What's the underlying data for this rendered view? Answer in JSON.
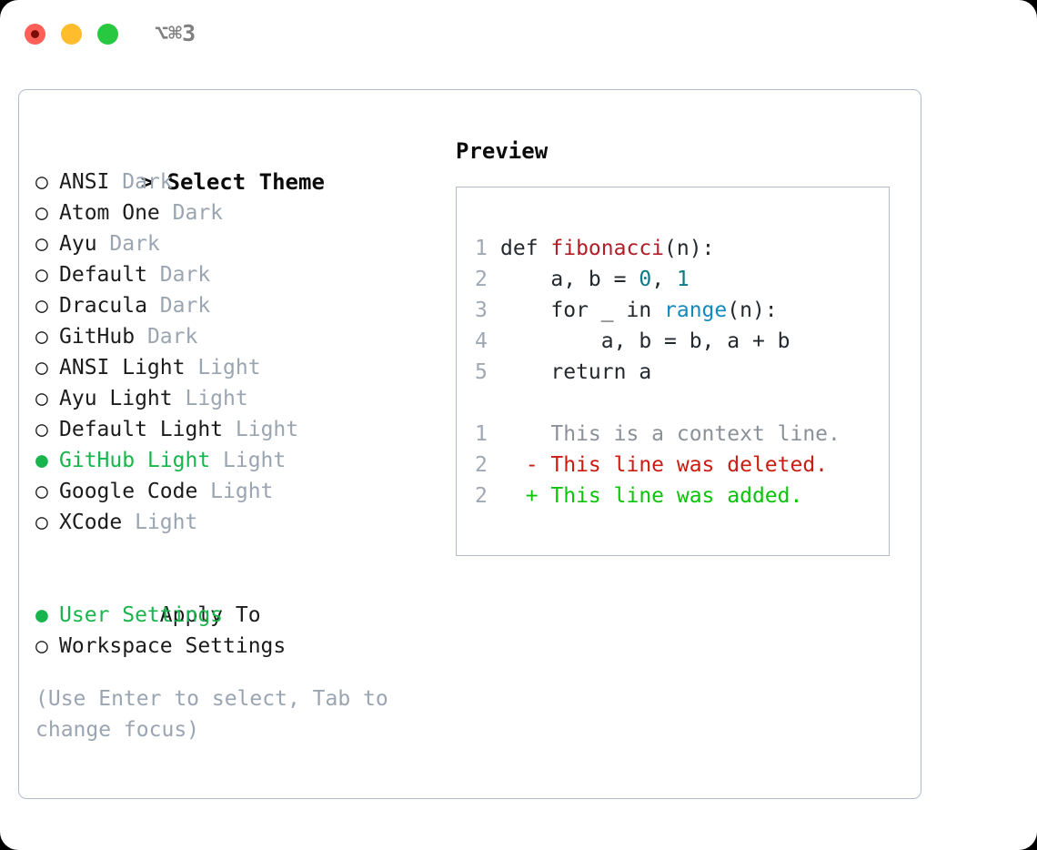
{
  "titlebar": {
    "shortcut": "⌥⌘3",
    "close_label": "close",
    "minimize_label": "minimize",
    "maximize_label": "maximize",
    "colors": {
      "close": "#ff6159",
      "minimize": "#ffbd2e",
      "maximize": "#28c840"
    }
  },
  "colors": {
    "selected_green": "#18b54c",
    "dim_gray": "#9aa5b1",
    "text": "#1c1c1c",
    "border": "#b3bcc9",
    "diff_add": "#0ac40a",
    "diff_del": "#cc1b11",
    "syntax_function": "#b31d28",
    "syntax_number": "#0b7a85",
    "syntax_call": "#1389bd"
  },
  "theme_picker": {
    "prompt": ">",
    "title": "Select Theme",
    "marker_unselected": "○",
    "marker_selected": "●",
    "items": [
      {
        "name": "ANSI",
        "variant": "Dark",
        "selected": false
      },
      {
        "name": "Atom One",
        "variant": "Dark",
        "selected": false
      },
      {
        "name": "Ayu",
        "variant": "Dark",
        "selected": false
      },
      {
        "name": "Default",
        "variant": "Dark",
        "selected": false
      },
      {
        "name": "Dracula",
        "variant": "Dark",
        "selected": false
      },
      {
        "name": "GitHub",
        "variant": "Dark",
        "selected": false
      },
      {
        "name": "ANSI Light",
        "variant": "Light",
        "selected": false
      },
      {
        "name": "Ayu Light",
        "variant": "Light",
        "selected": false
      },
      {
        "name": "Default Light",
        "variant": "Light",
        "selected": false
      },
      {
        "name": "GitHub Light",
        "variant": "Light",
        "selected": true
      },
      {
        "name": "Google Code",
        "variant": "Light",
        "selected": false
      },
      {
        "name": "XCode",
        "variant": "Light",
        "selected": false
      }
    ]
  },
  "apply_to": {
    "title": "Apply To",
    "items": [
      {
        "name": "User Settings",
        "selected": true
      },
      {
        "name": "Workspace Settings",
        "selected": false
      }
    ]
  },
  "hint": "(Use Enter to select, Tab to change focus)",
  "preview": {
    "title": "Preview",
    "code_lines": [
      {
        "num": "1",
        "segments": [
          {
            "t": "def ",
            "c": "plain"
          },
          {
            "t": "fibonacci",
            "c": "fn"
          },
          {
            "t": "(n):",
            "c": "plain"
          }
        ]
      },
      {
        "num": "2",
        "segments": [
          {
            "t": "    a, b = ",
            "c": "plain"
          },
          {
            "t": "0",
            "c": "num"
          },
          {
            "t": ", ",
            "c": "plain"
          },
          {
            "t": "1",
            "c": "num"
          }
        ]
      },
      {
        "num": "3",
        "segments": [
          {
            "t": "    for _ in ",
            "c": "plain"
          },
          {
            "t": "range",
            "c": "call"
          },
          {
            "t": "(n):",
            "c": "plain"
          }
        ]
      },
      {
        "num": "4",
        "segments": [
          {
            "t": "        a, b = b, a + b",
            "c": "plain"
          }
        ]
      },
      {
        "num": "5",
        "segments": [
          {
            "t": "    return a",
            "c": "plain"
          }
        ]
      }
    ],
    "diff_lines": [
      {
        "num": "1",
        "sign": " ",
        "text": "This is a context line.",
        "kind": "ctx"
      },
      {
        "num": "2",
        "sign": "-",
        "text": "This line was deleted.",
        "kind": "del"
      },
      {
        "num": "2",
        "sign": "+",
        "text": "This line was added.",
        "kind": "add"
      }
    ]
  }
}
